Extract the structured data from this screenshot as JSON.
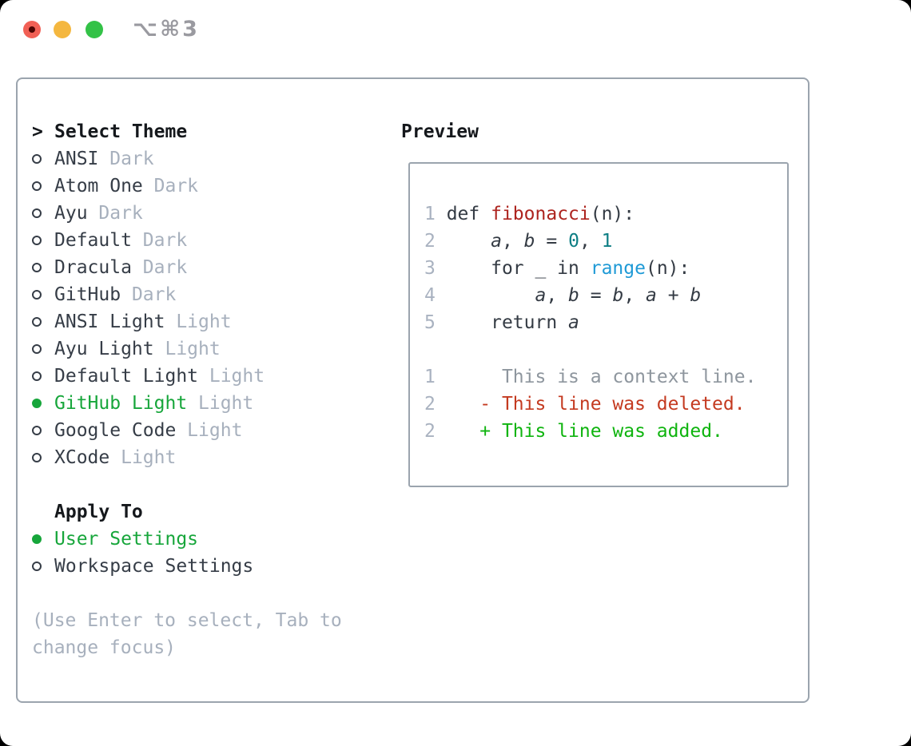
{
  "window": {
    "title": "⌥⌘3",
    "controls": [
      "close",
      "minimize",
      "zoom"
    ]
  },
  "theme_panel": {
    "header": {
      "prefix": ">",
      "label": "Select Theme"
    },
    "themes": [
      {
        "name": "ANSI",
        "variant": "Dark",
        "selected": false
      },
      {
        "name": "Atom One",
        "variant": "Dark",
        "selected": false
      },
      {
        "name": "Ayu",
        "variant": "Dark",
        "selected": false
      },
      {
        "name": "Default",
        "variant": "Dark",
        "selected": false
      },
      {
        "name": "Dracula",
        "variant": "Dark",
        "selected": false
      },
      {
        "name": "GitHub",
        "variant": "Dark",
        "selected": false
      },
      {
        "name": "ANSI Light",
        "variant": "Light",
        "selected": false
      },
      {
        "name": "Ayu Light",
        "variant": "Light",
        "selected": false
      },
      {
        "name": "Default Light",
        "variant": "Light",
        "selected": false
      },
      {
        "name": "GitHub Light",
        "variant": "Light",
        "selected": true
      },
      {
        "name": "Google Code",
        "variant": "Light",
        "selected": false
      },
      {
        "name": "XCode",
        "variant": "Light",
        "selected": false
      }
    ],
    "apply_to": {
      "label": "Apply To",
      "options": [
        {
          "name": "User Settings",
          "selected": true
        },
        {
          "name": "Workspace Settings",
          "selected": false
        }
      ]
    },
    "help_lines": [
      "(Use Enter to select, Tab to",
      "change focus)"
    ]
  },
  "preview": {
    "label": "Preview",
    "code_lines": [
      [
        {
          "t": "1",
          "c": "num"
        },
        {
          "t": " def ",
          "c": "code"
        },
        {
          "t": "fibonacci",
          "c": "fn"
        },
        {
          "t": "(n):",
          "c": "code"
        }
      ],
      [
        {
          "t": "2",
          "c": "num"
        },
        {
          "t": "     ",
          "c": "code"
        },
        {
          "t": "a",
          "c": "var"
        },
        {
          "t": ", ",
          "c": "code"
        },
        {
          "t": "b",
          "c": "var"
        },
        {
          "t": " = ",
          "c": "code"
        },
        {
          "t": "0",
          "c": "lit"
        },
        {
          "t": ", ",
          "c": "code"
        },
        {
          "t": "1",
          "c": "lit"
        }
      ],
      [
        {
          "t": "3",
          "c": "num"
        },
        {
          "t": "     for _ in ",
          "c": "code"
        },
        {
          "t": "range",
          "c": "kw"
        },
        {
          "t": "(n):",
          "c": "code"
        }
      ],
      [
        {
          "t": "4",
          "c": "num"
        },
        {
          "t": "         ",
          "c": "code"
        },
        {
          "t": "a",
          "c": "var"
        },
        {
          "t": ", ",
          "c": "code"
        },
        {
          "t": "b",
          "c": "var"
        },
        {
          "t": " = ",
          "c": "code"
        },
        {
          "t": "b",
          "c": "var"
        },
        {
          "t": ", ",
          "c": "code"
        },
        {
          "t": "a",
          "c": "var"
        },
        {
          "t": " + ",
          "c": "code"
        },
        {
          "t": "b",
          "c": "var"
        }
      ],
      [
        {
          "t": "5",
          "c": "num"
        },
        {
          "t": "     return ",
          "c": "code"
        },
        {
          "t": "a",
          "c": "var"
        }
      ],
      [
        {
          "t": " ",
          "c": "code"
        }
      ],
      [
        {
          "t": "1",
          "c": "num"
        },
        {
          "t": "      ",
          "c": "code"
        },
        {
          "t": "This is a context line.",
          "c": "ctx"
        }
      ],
      [
        {
          "t": "2",
          "c": "num"
        },
        {
          "t": "    ",
          "c": "code"
        },
        {
          "t": "- This line was deleted.",
          "c": "del"
        }
      ],
      [
        {
          "t": "2",
          "c": "num"
        },
        {
          "t": "    ",
          "c": "code"
        },
        {
          "t": "+ This line was added.",
          "c": "add"
        }
      ]
    ]
  },
  "colors": {
    "border": "#9ba4ae",
    "header": "#15181c",
    "text": "#363d47",
    "muted": "#a7b0bd",
    "accent_green": "#17a63b",
    "code": "#343b44",
    "linenum": "#a9b2c0",
    "fn_red": "#ad241f",
    "num_teal": "#0d7e84",
    "kw_blue": "#1f9ad6",
    "ctx_gray": "#8e969e",
    "deleted": "#c43a20",
    "added": "#0fb40f",
    "traffic_red": "#f16055",
    "traffic_red_dot": "#4d0502",
    "traffic_yellow": "#f4b73f",
    "traffic_green": "#33c247"
  }
}
